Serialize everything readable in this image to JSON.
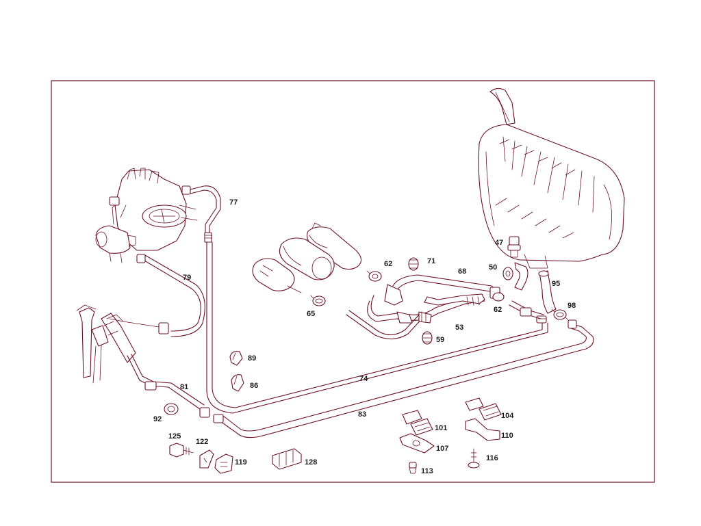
{
  "callouts": {
    "c47": "47",
    "c50": "50",
    "c53": "53",
    "c59": "59",
    "c62a": "62",
    "c62b": "62",
    "c65": "65",
    "c68": "68",
    "c71": "71",
    "c74": "74",
    "c77": "77",
    "c79": "79",
    "c81": "81",
    "c83": "83",
    "c86": "86",
    "c89": "89",
    "c92": "92",
    "c95": "95",
    "c98": "98",
    "c101": "101",
    "c104": "104",
    "c107": "107",
    "c110": "110",
    "c113": "113",
    "c116": "116",
    "c119": "119",
    "c122": "122",
    "c125": "125",
    "c128": "128"
  }
}
